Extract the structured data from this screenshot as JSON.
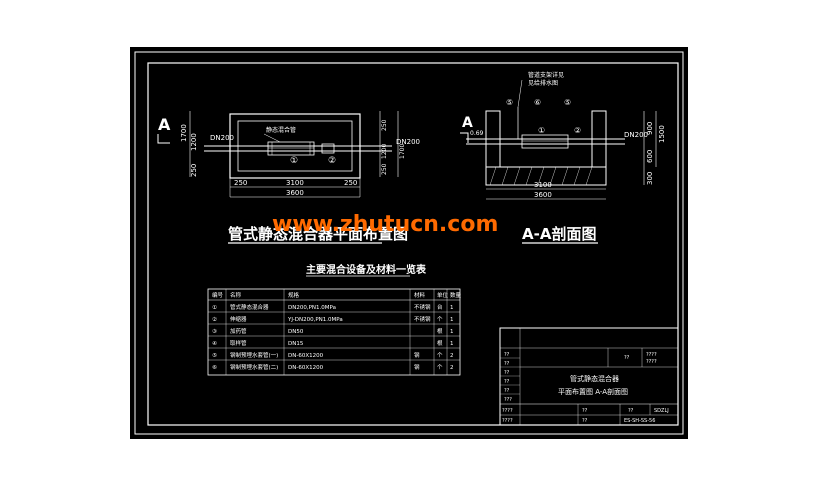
{
  "watermark": "www.zhutucn.com",
  "plan": {
    "title": "管式静态混合器平面布置图",
    "section_mark": "A",
    "pipe_left": "DN200",
    "pipe_right": "DN200",
    "pipe_note": "静态混合管",
    "dim_top_left": "1700",
    "dim_mid_left": "1200",
    "dim_bot_left": "250",
    "dim_right_top": "250",
    "dim_right_mid": "1200",
    "dim_right_bot": "250",
    "dim_right_outer": "1700",
    "dim_bottom_250a": "250",
    "dim_bottom_3100": "3100",
    "dim_bottom_250b": "250",
    "dim_bottom_3600": "3600",
    "mark_1": "①",
    "mark_2": "②"
  },
  "section": {
    "title": "A-A剖面图",
    "pipe_right": "DN200",
    "elev": "0.69",
    "note_top": "管道支架详见",
    "note_top2": "见给排水图",
    "marks": [
      "⑤",
      "⑥",
      "⑤",
      "①",
      "②"
    ],
    "dim_right_outer": "1500",
    "dim_right_top": "900",
    "dim_right_mid": "600",
    "dim_right_bot": "300",
    "dim_bottom_3100": "3100",
    "dim_bottom_3600": "3600"
  },
  "table": {
    "title": "主要混合设备及材料一览表",
    "headers": [
      "编号",
      "名称",
      "规格",
      "材料",
      "单位",
      "数量"
    ],
    "rows": [
      [
        "①",
        "管式静态混合器",
        "DN200,PN1.0MPa",
        "不锈钢",
        "台",
        "1"
      ],
      [
        "②",
        "伸缩器",
        "YJ-DN200,PN1.0MPa",
        "不锈钢",
        "个",
        "1"
      ],
      [
        "③",
        "加药管",
        "DN50",
        "",
        "根",
        "1"
      ],
      [
        "④",
        "取样管",
        "DN15",
        "",
        "根",
        "1"
      ],
      [
        "⑤",
        "钢制预埋水套管(一)",
        "DN-60X1200",
        "钢",
        "个",
        "2"
      ],
      [
        "⑥",
        "钢制预埋水套管(二)",
        "DN-60X1200",
        "钢",
        "个",
        "2"
      ]
    ]
  },
  "titleblock": {
    "left_rows": [
      "??",
      "??",
      "??",
      "??",
      "??",
      "???",
      "????",
      "????"
    ],
    "top_right_a": "??",
    "top_right_b": "????",
    "top_right_c": "????",
    "name1": "管式静态混合器",
    "name2": "平面布置图 A-A剖面图",
    "row_a": "??",
    "row_b": "??",
    "row_c": "SDZLJ",
    "row_d": "??",
    "code": "ES-SH-SS-56"
  }
}
